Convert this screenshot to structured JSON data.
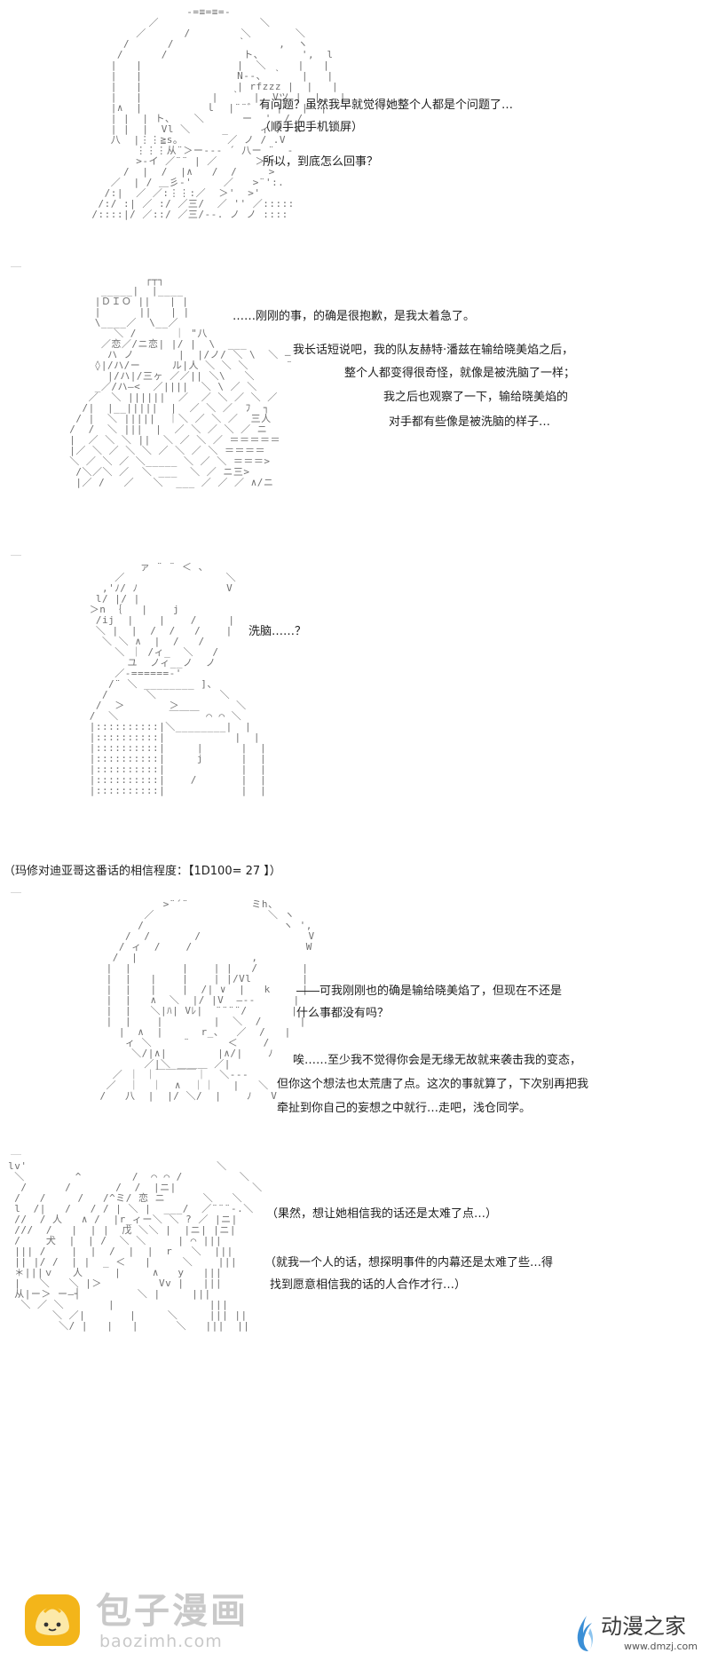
{
  "panels": [
    {
      "art": "                  -=≡=≡=-\n            ／                ＼\n          ／      /        ＼       ＼\n        /      /          ｀     ,  ヽ\n       /      /            ト、      ',  l\n      |   |               |  ＼     |   |\n      |   |               N--、 ｀   |   |\n      |   |               | rfzzz |  |   |\n      |   |           |  ｀  |  Vツ |  |   |\n      |∧  |          ｌ  |¨¨゛   |   |  |\n      | |  | ト、   ＼      ー  '  / /\n      | |  |  Vl ＼     _     ィ /  ∧\n      八  |⋮⋮≧s。       ／ ノ / .V\n          ⋮⋮⋮从¨＞ー‐‐‐ ´ 八ー ¨  ‐\n          >‐イ ／¨¨ | ／      ＞―‐\n        /  |  /  |∧   /  /     >\n      ／  | / ＿彡‐'     ／   >¨':.\n     /:|  ／ ／:⋮⋮:／  ＞'  >'\n    /:/ :| ／ :/ ／三/  ／ '' ／:::::\n   /::::|/ ／::/ ／三/--. ノ ノ ::::",
      "lines": [
        "有问题？虽然我早就觉得她整个人都是个问题了…",
        "（顺手把手机锁屏）",
        "所以，到底怎么回事？"
      ]
    },
    {
      "art": "              ┌┬┐\n       _____|  |____\n      |ＤＩＯ ||   | |\n      |      ||   | |\n      \\____／  \\__／\n         ＼ /      ｜ \"八\n       ／恋／/ニ恋| |/ |  \\  ___\n        ハ ノ       |  |/ノ/ ＼ \\  ＼ ― ¨¨\n      ◊|/ハ/ー     ル|人 ＼ ＼ ＼      ¨\n        |/ハ|/三ヶ ／／|| ＼\\   ＼\n      _／/ハ―<  ／||||  ＼ \\ ／ ＼\n     ／  ＼ ||||||  ／  ／ ＼ ／ ＼ ／\n    /|  |__|||||  |  ／ ＼ ／  ﾌ  ┐\n   / |  ＼ |||||  ｜＼ ／ ＼ ／  三人\n  /  /  ＼ |||  |  ／ ＼ ／ ＼ ／ ニ\n  |  ／ ＼ ＼ ||  ＼ ／ ＼ ／ ＝＝＝＝＝\n  |／ ＼ ／ ＼ ＼ ／ ＼ ／ ＼ ＝＝＝＝\n  ＼ ／ ＼ ／ ＼_____ ＼ ／ ＼ ＝＝＝>\n   /＼／＼ ／  ＼ ___  ＼ ／ ニ三>\n   |／ /   ／   ＼  ___ ／ ／ ／ ∧/ニ",
      "lines": [
        "……刚刚的事，的确是很抱歉，是我太着急了。",
        "我长话短说吧，我的队友赫特·潘兹在输给晓美焰之后，",
        "整个人都变得很奇怪，就像是被洗脑了一样；",
        "我之后也观察了一下，输给晓美焰的",
        "对手都有些像是被洗脑的样子…"
      ]
    },
    {
      "art": "              ァ ¨ ¨ ＜ 、\n          ／                ＼\n        ,'ﾉ/ ﾉ              V\n       l/ |/ |\n      ＞n ｛   |    j\n       /ij  |    |    /     |\n       ＼ |  |  /  /   /    |\n        ＼ ＼ ∧  |  /   /\n          ＼ ｜ /ィ_  ＼   /\n            ユ  ノィ__ノ  ノ\n          ／‐======‐'\n         /¨ ＼ ________ ]、\n        /      ＼          ＼\n       /  ＞       ＞         ＼\n      /  ＼        ￣￣￣ ⌒ ⌒ ＼\n      |::::::::::|＼________|  |\n      |::::::::::|           |  |\n      |::::::::::|     |      |  |\n      |::::::::::|     j      |  |\n      |::::::::::|            |  |\n      |::::::::::|    /       |  |\n      |::::::::::|            |  |",
      "lines": [
        "洗脑……？"
      ]
    },
    {
      "art": "",
      "lines": [
        "（玛修对迪亚哥这番话的相信程度：【1D100= 27 】）"
      ]
    },
    {
      "art": "              >¨´¨          ミh、\n           ／                  ＼ ヽ\n          /                      ヽ ',\n        /  /       /                 V\n       / ィ  /    /                  W\n      /  |                  ,\n     |  |        |    | |   /       |\n     |  |   |    |    | |/Vl        |\n     |  |   |    |  /| ∨  |   k     |\n     |  |   ∧  ＼  |/ |V  ―‐‐      |\n     |  |   ＼|ﾊ| Vﾚ|  ¨¨¨¨/       |\n     |  |    |        |  ＼  /      |\n       |  ∧  |      r_、  ／  /   |\n        ィ ＼     ¨      ＜    /\n         ＼/|∧|        |∧/|    ﾉ\n           ／|＼ ＿＿＿ ／|\n      ／ ｜ ｜￣￣￣￣｜  ＼--‐\n     ／  ｜  ｜  ∧  ｜｜   |   ＼\n    /   八  |  |/ ＼/  |    ﾉ   V",
      "lines": [
        "――可我刚刚也的确是输给晓美焰了，但现在不还是",
        "什么事都没有吗？",
        "唉……至少我不觉得你会是无缘无故就来袭击我的变态，",
        "但你这个想法也太荒唐了点。这次的事就算了，下次别再把我",
        "牵扯到你自己的妄想之中就行…走吧，浅仓同学。"
      ]
    },
    {
      "art": " lv'                              ＼\n  ＼        ^        /  ⌒ ⌒ /         ＼\n   /      /       /  /  |ニ|            ＼\n  /   /     /   /^ミ/ 恋 ニ      ＼   ＼\n  l  /|   /   / / | ＼ |  ___/  ／¨¨¨‐.＼\n  //  / 人   ∧ /  |r_ィー＼ ＼ ? ／ |ニ|\n  ///  /   |  | |  戊 ＼＼ |  |ニ| |ニ|\n  /    犬  |  | /  ＼ ＼     | ⌒ |||\n  ||| /    |  |  /  |  |  r   ＼  |||\n  || |/ /  | |  _ ＜   |     ＼    |||\n  ＊|||ｖ   人     |     ∧   y   |||\n  |   ＼   ＼ |＞         Vv |   |||\n  从|ー＞ ー―┤         ＼ |     |||\n   ＼ ／ ＼       |               |||\n        ＼ ／|       |     ＼     ||| ||\n         ＼/ |   |   |      ＼   |||  ||",
      "lines": [
        "（果然，想让她相信我的话还是太难了点…）",
        "（就我一个人的话，想探明事件的内幕还是太难了些…得",
        "找到愿意相信我的话的人合作才行…）"
      ]
    }
  ],
  "watermarks": {
    "left_cn": "包子漫画",
    "left_url": "baozimh.com",
    "right_cn": "动漫之家",
    "right_url": "www.dmzj.com"
  }
}
